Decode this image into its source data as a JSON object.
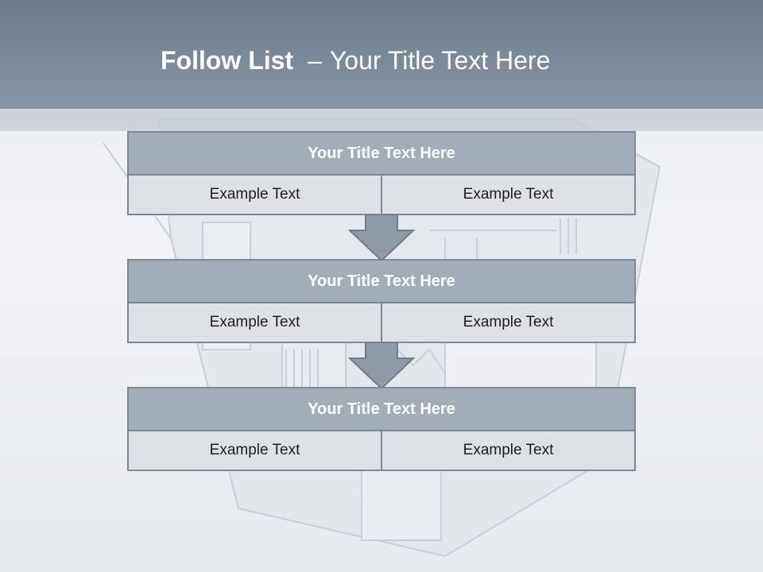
{
  "slide": {
    "title_bold": "Follow List",
    "title_separator": "–",
    "title_rest": "Your Title Text Here"
  },
  "blocks": [
    {
      "title": "Your Title Text Here",
      "left": "Example Text",
      "right": "Example Text"
    },
    {
      "title": "Your Title Text Here",
      "left": "Example Text",
      "right": "Example Text"
    },
    {
      "title": "Your Title Text Here",
      "left": "Example Text",
      "right": "Example Text"
    }
  ],
  "colors": {
    "header": "#7d8b99",
    "block_title": "#a3adb7",
    "cell": "#dde1e6",
    "border": "#7c8896",
    "arrow": "#8e9aa6"
  },
  "icons": {
    "arrow": "down-arrow-icon"
  }
}
